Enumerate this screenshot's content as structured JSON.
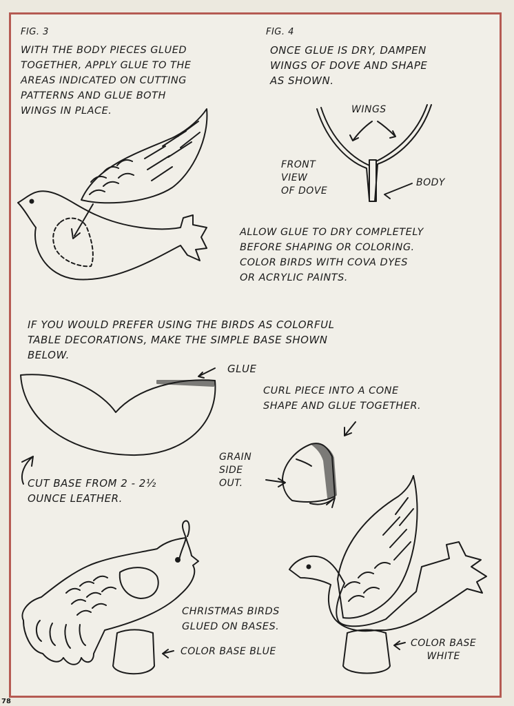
{
  "fig3": {
    "label": "FIG. 3",
    "text": "WITH THE BODY PIECES GLUED\nTOGETHER, APPLY GLUE TO THE\nAREAS INDICATED ON CUTTING\nPATTERNS AND GLUE BOTH\nWINGS IN PLACE."
  },
  "fig4": {
    "label": "FIG. 4",
    "text": "ONCE GLUE IS DRY, DAMPEN\nWINGS OF DOVE AND SHAPE\nAS SHOWN.",
    "wings_label": "WINGS",
    "front_view_label": "FRONT\nVIEW\nOF DOVE",
    "body_label": "BODY"
  },
  "allow_text": "ALLOW GLUE TO DRY COMPLETELY\nBEFORE SHAPING OR COLORING.\nCOLOR BIRDS WITH COVA DYES\nOR ACRYLIC PAINTS.",
  "prefer_text": "IF YOU WOULD PREFER USING THE BIRDS AS COLORFUL\nTABLE DECORATIONS, MAKE THE SIMPLE BASE SHOWN\nBELOW.",
  "base": {
    "glue_label": "GLUE",
    "curl_text": "CURL PIECE INTO A CONE\nSHAPE AND GLUE TOGETHER.",
    "grain_label": "GRAIN\nSIDE\nOUT.",
    "cut_text": "CUT BASE FROM 2 - 2½\nOUNCE LEATHER."
  },
  "christmas_text": "CHRISTMAS BIRDS\nGLUED ON BASES.",
  "color_blue": "COLOR BASE BLUE",
  "color_white": "COLOR BASE\nWHITE",
  "page_number": "78",
  "colors": {
    "border": "#b55a52",
    "paper": "#f1efe8",
    "ink": "#1b1b1b"
  }
}
